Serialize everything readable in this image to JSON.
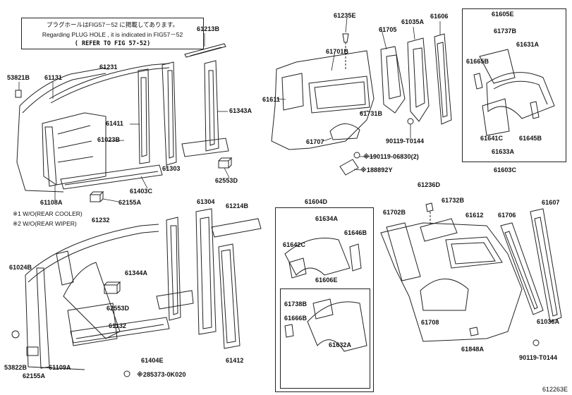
{
  "note": {
    "line1": "プラグホールはFIG57－52 に掲載してあります。",
    "line2": "Regarding PLUG HOLE , it is indicated in FIG57－52",
    "line3": "(   REFER TO FIG 57-52)"
  },
  "legend": {
    "line1": "※1 W/O(REAR COOLER)",
    "line2": "※2 W/O(REAR WIPER)"
  },
  "reference_id": "612263E",
  "parts": {
    "p61213B": "61213B",
    "p53821B": "53821B",
    "p61131": "61131",
    "p61231": "61231",
    "p61411": "61411",
    "p61023B": "61023B",
    "p61343A": "61343A",
    "p61303": "61303",
    "p62553D_top": "62553D",
    "p61108A": "61108A",
    "p62155A_top": "62155A",
    "p61403C": "61403C",
    "p61235E": "61235E",
    "p61701B": "61701B",
    "p61705": "61705",
    "p61035A": "61035A",
    "p61606": "61606",
    "p61611": "61611",
    "p61731B": "61731B",
    "p61707": "61707",
    "p90119T0144_top": "90119-T0144",
    "p90119_06830": "※190119-06830(2)",
    "p188892Y": "※188892Y",
    "p61605E": "61605E",
    "p61737B": "61737B",
    "p61665B": "61665B",
    "p61631A": "61631A",
    "p61641C": "61641C",
    "p61645B": "61645B",
    "p61633A": "61633A",
    "p61603C": "61603C",
    "p61232": "61232",
    "p61304": "61304",
    "p61214B": "61214B",
    "p61024B": "61024B",
    "p61344A": "61344A",
    "p62553D_bottom": "62553D",
    "p61132": "61132",
    "p53822B": "53822B",
    "p61109A": "61109A",
    "p62155A_bottom": "62155A",
    "p61404E": "61404E",
    "p85373": "※285373-0K020",
    "p61412": "61412",
    "p61604D": "61604D",
    "p61634A": "61634A",
    "p61642C": "61642C",
    "p61646B": "61646B",
    "p61606E": "61606E",
    "p61738B": "61738B",
    "p61666B": "61666B",
    "p61632A": "61632A",
    "p61236D": "61236D",
    "p61702B": "61702B",
    "p61732B": "61732B",
    "p61612": "61612",
    "p61706": "61706",
    "p61607": "61607",
    "p61708": "61708",
    "p61848A": "61848A",
    "p61036A": "61036A",
    "p90119T0144_bottom": "90119-T0144"
  }
}
